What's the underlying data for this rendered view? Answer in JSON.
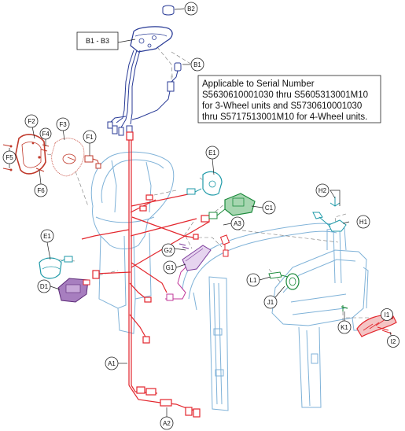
{
  "note": {
    "lines": [
      "Applicable to Serial Number",
      "S5630610001030 thru S5605313001M10",
      "for 3-Wheel units and S5730610001030",
      "thru S5717513001M10 for 4-Wheel units."
    ]
  },
  "range_label": "B1 - B3",
  "callouts": {
    "B2": "B2",
    "B1": "B1",
    "F1": "F1",
    "F2": "F2",
    "F3": "F3",
    "F4": "F4",
    "F5": "F5",
    "F6": "F6",
    "E1_top": "E1",
    "E1_left": "E1",
    "C1": "C1",
    "A3": "A3",
    "G2": "G2",
    "G1": "G1",
    "D1": "D1",
    "H2": "H2",
    "H1": "H1",
    "L1": "L1",
    "J1": "J1",
    "K1": "K1",
    "I1": "I1",
    "I2": "I2",
    "A1": "A1",
    "A2": "A2"
  },
  "colors": {
    "frame": "#7fb2d8",
    "harness_red": "#e3262d",
    "blue_part": "#283a96",
    "teal_part": "#1f9aa8",
    "green_part": "#1c8a3c",
    "purple_part": "#7b3a9a",
    "magenta_part": "#c0399a",
    "brown_part": "#c0392b"
  }
}
